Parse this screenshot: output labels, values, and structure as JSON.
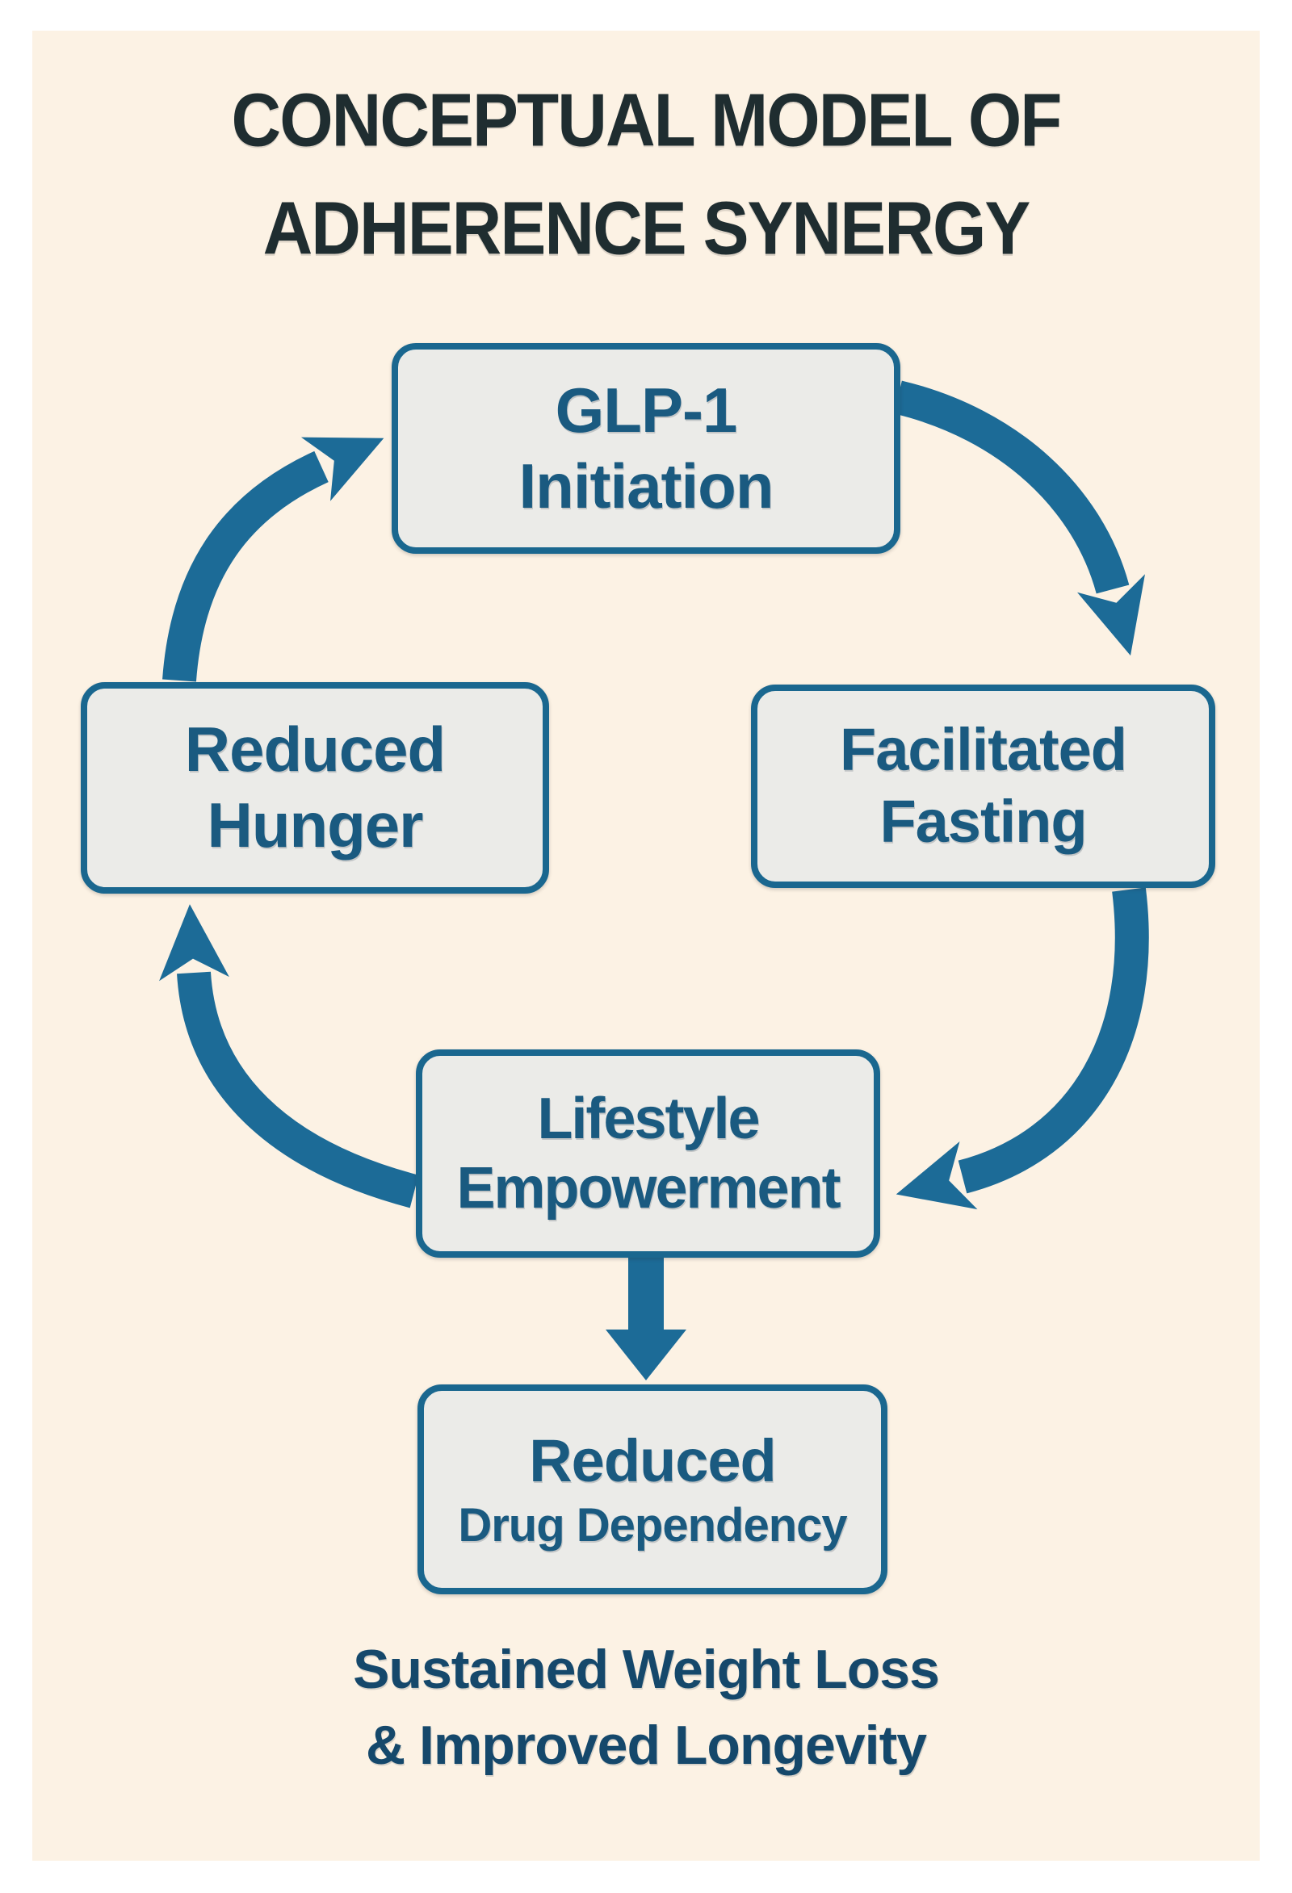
{
  "title": {
    "line1": "CONCEPTUAL MODEL OF",
    "line2": "ADHERENCE SYNERGY"
  },
  "nodes": {
    "glp1": {
      "line1": "GLP-1",
      "line2": "Initiation"
    },
    "fasting": {
      "line1": "Facilitated",
      "line2": "Fasting"
    },
    "lifestyle": {
      "line1": "Lifestyle",
      "line2": "Empowerment"
    },
    "hunger": {
      "line1": "Reduced",
      "line2": "Hunger"
    },
    "dependency": {
      "line1": "Reduced",
      "line2": "Drug Dependency"
    }
  },
  "outcome": {
    "line1": "Sustained Weight Loss",
    "line2": "& Improved Longevity"
  },
  "flow": {
    "cycle": [
      "GLP-1 Initiation",
      "Facilitated Fasting",
      "Lifestyle Empowerment",
      "Reduced Hunger"
    ],
    "branch": {
      "from": "Lifestyle Empowerment",
      "to": "Reduced Drug Dependency"
    }
  },
  "colors": {
    "frame_background": "#ffffff",
    "panel_background": "#fcf2e4",
    "arrow": "#1c6b97",
    "box_border": "#1a678f",
    "box_fill": "#ebebe8",
    "node_text": "#1a5a80",
    "title_text": "#1f2d30",
    "outcome_text": "#15486b"
  }
}
